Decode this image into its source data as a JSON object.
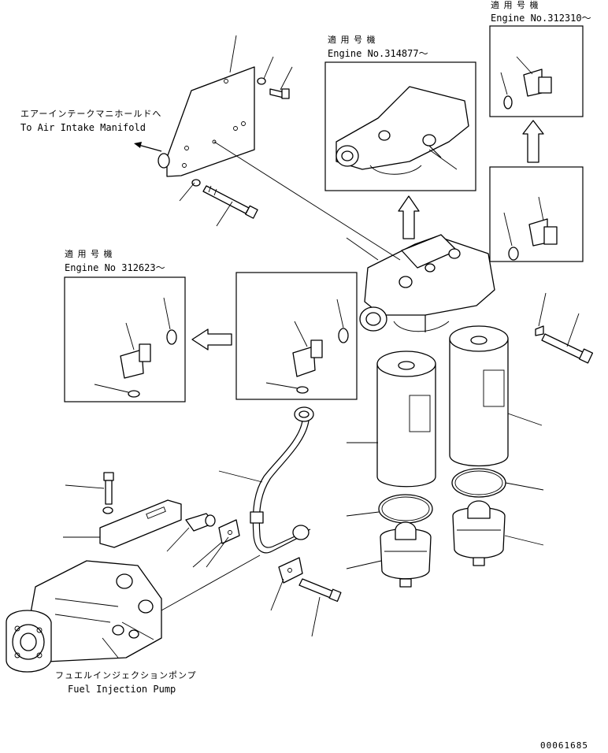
{
  "labels": {
    "air_intake_jp": "エアーインテークマニホールドへ",
    "air_intake_en": "To Air Intake Manifold",
    "inset_top_jp": "適 用 号 機",
    "inset_top_en": "Engine No.314877〜",
    "inset_right_jp": "適 用 号 機",
    "inset_right_en": "Engine No.312310〜",
    "inset_left_jp": "適 用 号 機",
    "inset_left_en": "Engine No 312623〜",
    "pump_jp": "フュエルインジェクションポンプ",
    "pump_en": "Fuel Injection Pump",
    "drawing_number": "00061685"
  }
}
